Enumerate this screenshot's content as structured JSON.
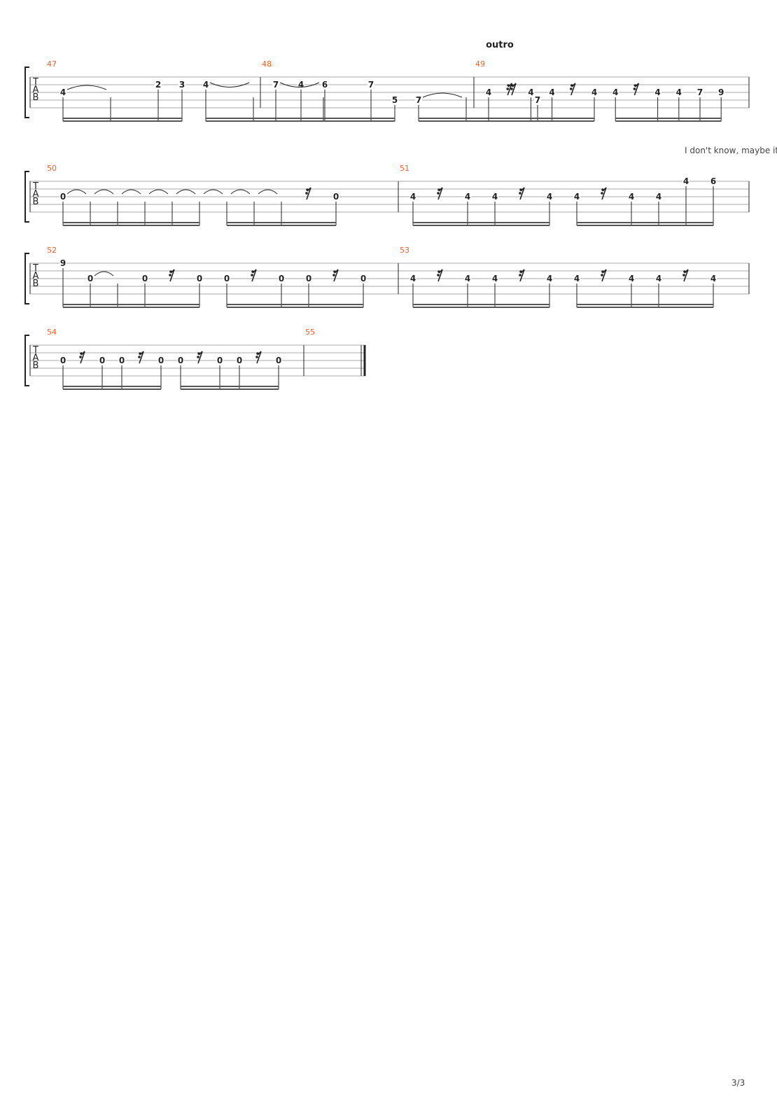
{
  "section_label": "outro",
  "lyric": "I don't know, maybe it'",
  "page_number": "3/3",
  "colors": {
    "measure_number": "#e8622c",
    "ink": "#222222",
    "staff_line": "#aaaaaa"
  },
  "clef": "TAB",
  "systems": [
    {
      "measures": [
        {
          "number": "47",
          "events": [
            {
              "s": 2,
              "f": "4",
              "d": 8,
              "tie": "over"
            },
            {
              "d": 8
            },
            {
              "s": 1,
              "f": "2",
              "d": 16
            },
            {
              "s": 1,
              "f": "3",
              "d": 16
            },
            {
              "s": 1,
              "f": "4",
              "d": 8,
              "tie": "under"
            },
            {
              "d": 8
            },
            {
              "s": 1,
              "f": "4",
              "d": 16
            },
            {
              "s": 1,
              "f": "6",
              "d": 16
            }
          ]
        },
        {
          "number": "48",
          "events": [
            {
              "s": 1,
              "f": "7",
              "d": 8,
              "tie": "under"
            },
            {
              "d": 8
            },
            {
              "s": 1,
              "f": "7",
              "d": 16
            },
            {
              "s": 3,
              "f": "5",
              "d": 16
            },
            {
              "s": 3,
              "f": "7",
              "d": 8,
              "tie": "over"
            },
            {
              "d": 8
            },
            {
              "r": true,
              "d": 16
            },
            {
              "s": 3,
              "f": "7",
              "d": 16
            }
          ]
        },
        {
          "number": "49",
          "events": [
            {
              "s": 2,
              "f": "4",
              "d": 16
            },
            {
              "r": true,
              "d": 16
            },
            {
              "s": 2,
              "f": "4",
              "d": 16
            },
            {
              "s": 2,
              "f": "4",
              "d": 16
            },
            {
              "r": true,
              "d": 16
            },
            {
              "s": 2,
              "f": "4",
              "d": 16
            },
            {
              "s": 2,
              "f": "4",
              "d": 16
            },
            {
              "r": true,
              "d": 16
            },
            {
              "s": 2,
              "f": "4",
              "d": 16
            },
            {
              "s": 2,
              "f": "4",
              "d": 16
            },
            {
              "s": 2,
              "f": "7",
              "d": 16
            },
            {
              "s": 2,
              "f": "9",
              "d": 16
            }
          ]
        }
      ]
    },
    {
      "measures": [
        {
          "number": "50",
          "events": [
            {
              "s": 2,
              "f": "0",
              "d": 16,
              "tie": "over"
            },
            {
              "d": 16,
              "tie": "over"
            },
            {
              "d": 16,
              "tie": "over"
            },
            {
              "d": 16,
              "tie": "over"
            },
            {
              "d": 16,
              "tie": "over"
            },
            {
              "d": 16,
              "tie": "over"
            },
            {
              "d": 16,
              "tie": "over"
            },
            {
              "d": 16,
              "tie": "over"
            },
            {
              "d": 16
            },
            {
              "r": true,
              "d": 16
            },
            {
              "s": 2,
              "f": "0",
              "d": 16
            }
          ]
        },
        {
          "number": "51",
          "events": [
            {
              "s": 2,
              "f": "4",
              "d": 16
            },
            {
              "r": true,
              "d": 16
            },
            {
              "s": 2,
              "f": "4",
              "d": 16
            },
            {
              "s": 2,
              "f": "4",
              "d": 16
            },
            {
              "r": true,
              "d": 16
            },
            {
              "s": 2,
              "f": "4",
              "d": 16
            },
            {
              "s": 2,
              "f": "4",
              "d": 16
            },
            {
              "r": true,
              "d": 16
            },
            {
              "s": 2,
              "f": "4",
              "d": 16
            },
            {
              "s": 2,
              "f": "4",
              "d": 16
            },
            {
              "s": 0,
              "f": "4",
              "d": 16
            },
            {
              "s": 0,
              "f": "6",
              "d": 16
            }
          ]
        }
      ]
    },
    {
      "measures": [
        {
          "number": "52",
          "events": [
            {
              "s": 0,
              "f": "9",
              "d": 16
            },
            {
              "s": 2,
              "f": "0",
              "d": 16,
              "tie": "over"
            },
            {
              "d": 16
            },
            {
              "s": 2,
              "f": "0",
              "d": 16
            },
            {
              "r": true,
              "d": 16
            },
            {
              "s": 2,
              "f": "0",
              "d": 16
            },
            {
              "s": 2,
              "f": "0",
              "d": 16
            },
            {
              "r": true,
              "d": 16
            },
            {
              "s": 2,
              "f": "0",
              "d": 16
            },
            {
              "s": 2,
              "f": "0",
              "d": 16
            },
            {
              "r": true,
              "d": 16
            },
            {
              "s": 2,
              "f": "0",
              "d": 16
            }
          ]
        },
        {
          "number": "53",
          "events": [
            {
              "s": 2,
              "f": "4",
              "d": 16
            },
            {
              "r": true,
              "d": 16
            },
            {
              "s": 2,
              "f": "4",
              "d": 16
            },
            {
              "s": 2,
              "f": "4",
              "d": 16
            },
            {
              "r": true,
              "d": 16
            },
            {
              "s": 2,
              "f": "4",
              "d": 16
            },
            {
              "s": 2,
              "f": "4",
              "d": 16
            },
            {
              "r": true,
              "d": 16
            },
            {
              "s": 2,
              "f": "4",
              "d": 16
            },
            {
              "s": 2,
              "f": "4",
              "d": 16
            },
            {
              "r": true,
              "d": 16
            },
            {
              "s": 2,
              "f": "4",
              "d": 16
            }
          ]
        }
      ]
    },
    {
      "measures": [
        {
          "number": "54",
          "events": [
            {
              "s": 2,
              "f": "0",
              "d": 16
            },
            {
              "r": true,
              "d": 16
            },
            {
              "s": 2,
              "f": "0",
              "d": 16
            },
            {
              "s": 2,
              "f": "0",
              "d": 16
            },
            {
              "r": true,
              "d": 16
            },
            {
              "s": 2,
              "f": "0",
              "d": 16
            },
            {
              "s": 2,
              "f": "0",
              "d": 16
            },
            {
              "r": true,
              "d": 16
            },
            {
              "s": 2,
              "f": "0",
              "d": 16
            },
            {
              "s": 2,
              "f": "0",
              "d": 16
            },
            {
              "r": true,
              "d": 16
            },
            {
              "s": 2,
              "f": "0",
              "d": 16
            }
          ]
        },
        {
          "number": "55",
          "events": []
        }
      ]
    }
  ]
}
